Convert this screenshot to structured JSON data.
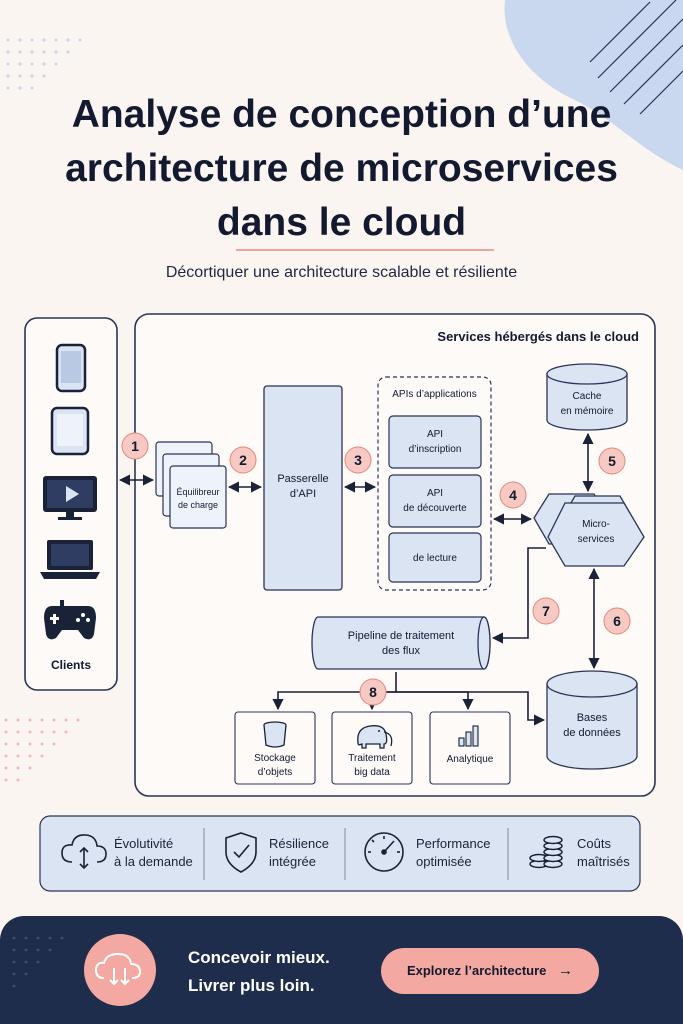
{
  "title": {
    "line1": "Analyse de conception d’une",
    "line2": "architecture de microservices",
    "line3": "dans le cloud"
  },
  "subtitle": "Décortiquer une architecture scalable et résiliente",
  "clients": {
    "label": "Clients",
    "devices": [
      "smartphone-icon",
      "tablet-icon",
      "tv-icon",
      "laptop-icon",
      "gamepad-icon"
    ]
  },
  "cloud_panel": {
    "label": "Services hébergés dans le cloud"
  },
  "load_balancer": {
    "line1": "Équilibreur",
    "line2": "de charge"
  },
  "gateway": {
    "line1": "Passerelle",
    "line2": "d’API"
  },
  "apis": {
    "label": "APIs d’applications",
    "items": [
      {
        "line1": "API",
        "line2": "d’inscription"
      },
      {
        "line1": "API",
        "line2": "de découverte"
      },
      {
        "line1": "de lecture",
        "line2": ""
      }
    ]
  },
  "cache": {
    "line1": "Cache",
    "line2": "en mémoire"
  },
  "microservices": {
    "line1": "Micro-",
    "line2": "services"
  },
  "pipeline": {
    "line1": "Pipeline de traitement",
    "line2": "des flux"
  },
  "databases": {
    "line1": "Bases",
    "line2": "de données"
  },
  "storage": {
    "line1": "Stockage",
    "line2": "d’objets"
  },
  "bigdata": {
    "line1": "Traitement",
    "line2": "big data"
  },
  "analytics": {
    "label": "Analytique"
  },
  "steps": [
    "1",
    "2",
    "3",
    "4",
    "5",
    "6",
    "7",
    "8"
  ],
  "features": [
    {
      "line1": "Évolutivité",
      "line2": "à la demande",
      "icon": "cloud-scale-icon"
    },
    {
      "line1": "Résilience",
      "line2": "intégrée",
      "icon": "shield-check-icon"
    },
    {
      "line1": "Performance",
      "line2": "optimisée",
      "icon": "gauge-icon"
    },
    {
      "line1": "Coûts",
      "line2": "maîtrisés",
      "icon": "coins-icon"
    }
  ],
  "footer": {
    "line1": "Concevoir mieux.",
    "line2": "Livrer plus loin.",
    "cta": "Explorez l’architecture",
    "cta_arrow": "→"
  },
  "colors": {
    "background": "#fbf5f1",
    "navy": "#1f2d4d",
    "box_fill": "#dbe4f3",
    "badge_fill": "#f6c9c2",
    "accent": "#f3a8a2"
  }
}
